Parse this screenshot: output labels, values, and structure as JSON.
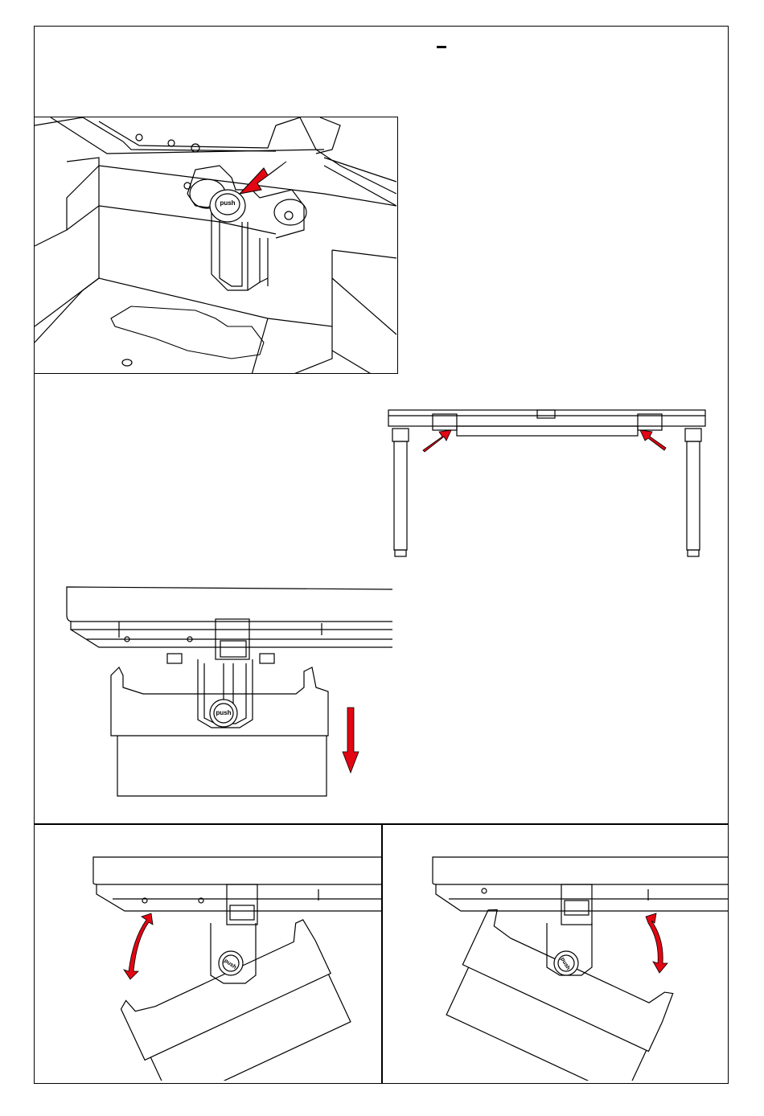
{
  "page": {
    "heading_mark": "-"
  },
  "figures": {
    "closeup": {
      "button_label": "push"
    },
    "detail_side": {
      "button_label": "push"
    },
    "tilt_left": {
      "button_label": "push"
    },
    "tilt_right": {
      "button_label": "push"
    }
  },
  "colors": {
    "arrow": "#e30613",
    "line": "#000000"
  },
  "icons": {
    "arrow_push": "red-diagonal-arrow",
    "arrow_down": "red-down-arrow",
    "arrow_rotate": "red-curved-double-arrow"
  }
}
